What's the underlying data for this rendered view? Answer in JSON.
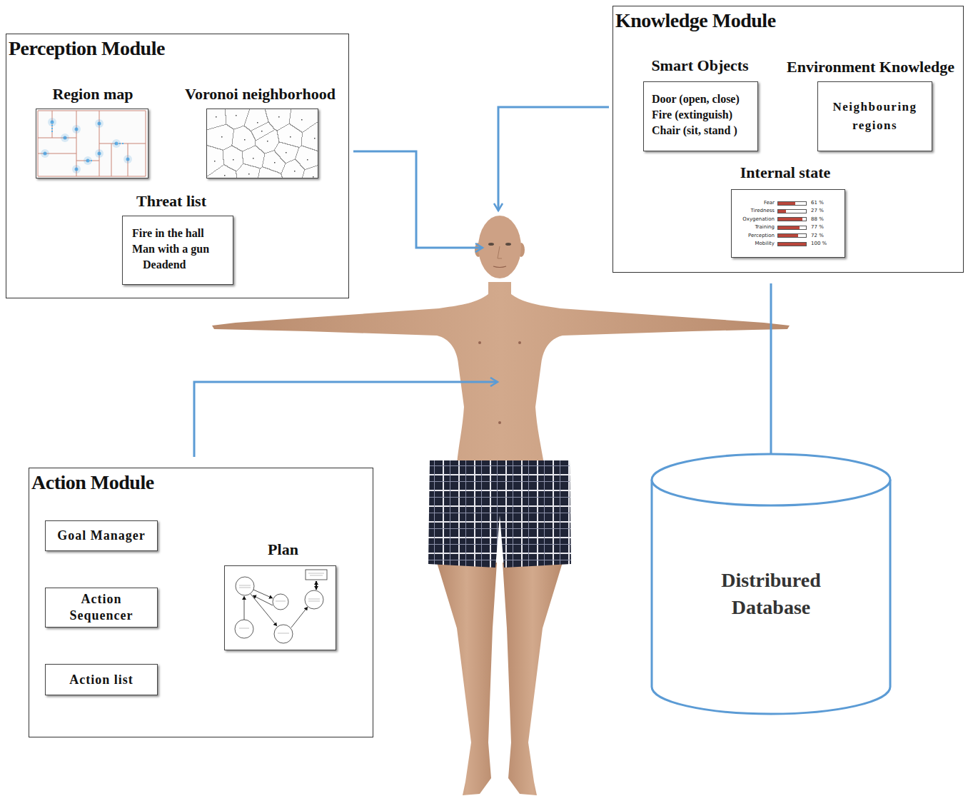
{
  "diagram": {
    "nodes": [
      {
        "text": [
          "Perception Module"
        ]
      },
      {
        "text": [
          "Region map"
        ],
        "in": 0
      },
      {
        "text": [
          "Voronoi neighborhood"
        ],
        "in": 0
      },
      {
        "text": [
          "Threat list",
          "Fire in the hall",
          "Man with a gun",
          "Deadend"
        ],
        "in": 0
      },
      {
        "text": [
          "Knowledge Module"
        ]
      },
      {
        "text": [
          "Smart Objects",
          "Door (open, close)",
          "Fire (extinguish)",
          "Chair (sit, stand )"
        ],
        "in": 4
      },
      {
        "text": [
          "Environment Knowledge",
          "Neighbouring regions"
        ],
        "in": 4
      },
      {
        "text": [
          "Internal state",
          "Fear",
          "61 %",
          "Tiredness",
          "27 %",
          "Oxygenation",
          "88 %",
          "Training",
          "77 %",
          "Perception",
          "72 %",
          "Mobility",
          "100 %"
        ],
        "in": 4
      },
      {
        "text": [
          "Action Module"
        ]
      },
      {
        "text": [
          "Goal Manager"
        ],
        "in": 8
      },
      {
        "text": [
          "Action Sequencer"
        ],
        "in": 8
      },
      {
        "text": [
          "Action list"
        ],
        "in": 8
      },
      {
        "text": [
          "Plan"
        ],
        "in": 8
      },
      {
        "text": [
          "Distribured Database"
        ]
      }
    ],
    "edges": [
      {
        "from": 9,
        "to": 10,
        "arrow": "to"
      },
      {
        "from": 11,
        "to": 10,
        "arrow": "to"
      },
      {
        "from": 10,
        "to": 12,
        "arrow": "to"
      },
      {
        "from": 4,
        "to": 13,
        "arrow": "to"
      }
    ]
  }
}
